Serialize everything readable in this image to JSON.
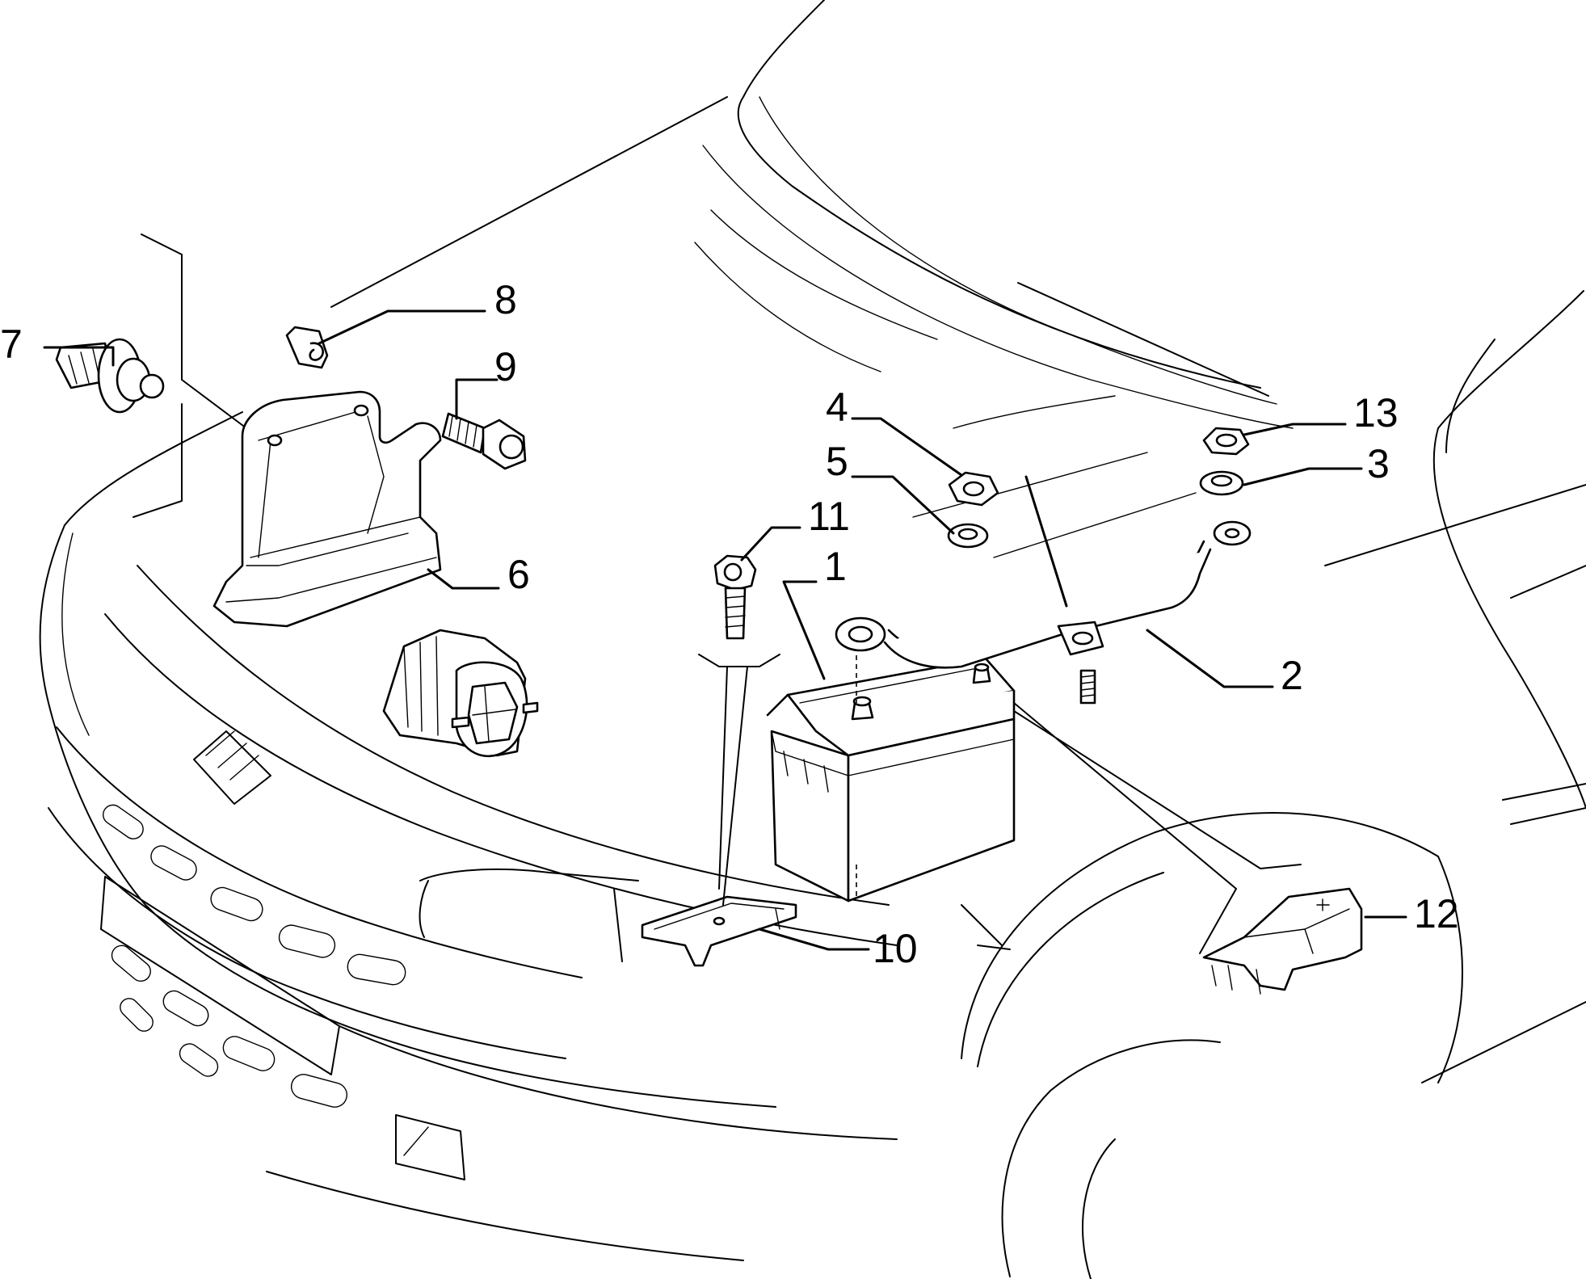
{
  "callouts": [
    {
      "id": "1",
      "part": "battery"
    },
    {
      "id": "2",
      "part": "battery-cable"
    },
    {
      "id": "3",
      "part": "washer"
    },
    {
      "id": "4",
      "part": "nut"
    },
    {
      "id": "5",
      "part": "washer"
    },
    {
      "id": "6",
      "part": "battery-shield"
    },
    {
      "id": "7",
      "part": "push-rivet"
    },
    {
      "id": "8",
      "part": "clip"
    },
    {
      "id": "9",
      "part": "bolt"
    },
    {
      "id": "10",
      "part": "battery-bracket"
    },
    {
      "id": "11",
      "part": "bolt"
    },
    {
      "id": "12",
      "part": "terminal-cover"
    },
    {
      "id": "13",
      "part": "nut"
    }
  ]
}
